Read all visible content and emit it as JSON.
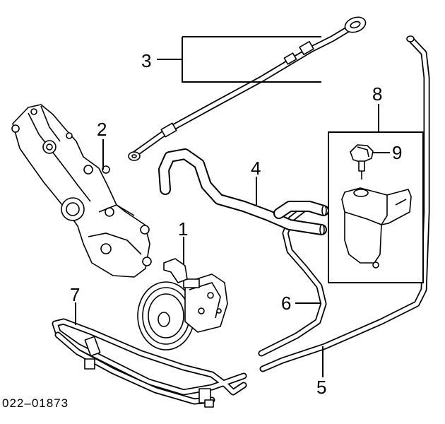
{
  "diagram": {
    "callouts": [
      {
        "id": "1",
        "label": "1"
      },
      {
        "id": "2",
        "label": "2"
      },
      {
        "id": "3",
        "label": "3"
      },
      {
        "id": "4",
        "label": "4"
      },
      {
        "id": "5",
        "label": "5"
      },
      {
        "id": "6",
        "label": "6"
      },
      {
        "id": "7",
        "label": "7"
      },
      {
        "id": "8",
        "label": "8"
      },
      {
        "id": "9",
        "label": "9"
      }
    ],
    "diagram_code": "022–01873"
  }
}
